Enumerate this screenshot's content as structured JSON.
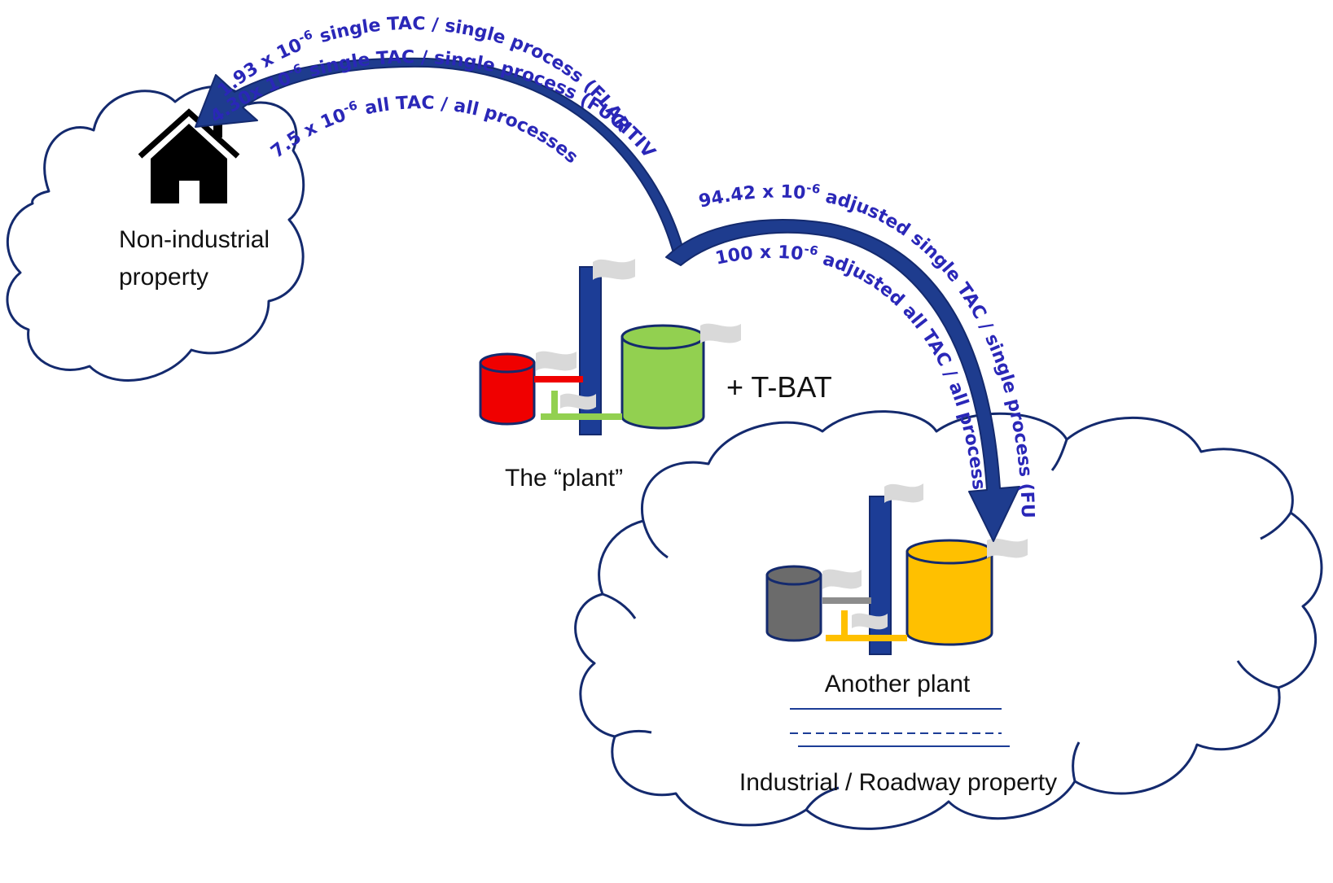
{
  "labels": {
    "non_industrial": [
      "Non-industrial",
      "property"
    ],
    "plant": "The “plant”",
    "tbat": "+ T-BAT",
    "another_plant": "Another plant",
    "industrial": "Industrial / Roadway property"
  },
  "risk_to_residence": [
    {
      "coef": "1.93 x 10",
      "exp": "-6",
      "rest": " single TAC / single process (FLARE)"
    },
    {
      "coef": "4.30x 10",
      "exp": "-6",
      "rest": " single TAC / single process (FUGITIVES)"
    },
    {
      "coef": "7.5 x 10",
      "exp": "-6",
      "rest": " all TAC / all processes"
    }
  ],
  "risk_to_industrial": [
    {
      "coef": "94.42 x 10",
      "exp": "-6",
      "rest": " adjusted single TAC / single process (FUGITIVES)"
    },
    {
      "coef": "100 x 10",
      "exp": "-6",
      "rest": " adjusted all TAC / all processes"
    }
  ],
  "colors": {
    "arrow": "#1e3c8e",
    "outline": "#142a6e",
    "rate_text": "#2a27b8",
    "plant_left_tank": "#f00000",
    "plant_right_tank": "#92d050",
    "other_left_tank": "#6b6b6b",
    "other_right_tank": "#ffc000",
    "stack": "#1c3d96",
    "plume": "#d9d9d9"
  },
  "icons": [
    "house-icon",
    "plant-icon",
    "another-plant-icon",
    "cloud-icon",
    "arrow-icon"
  ]
}
